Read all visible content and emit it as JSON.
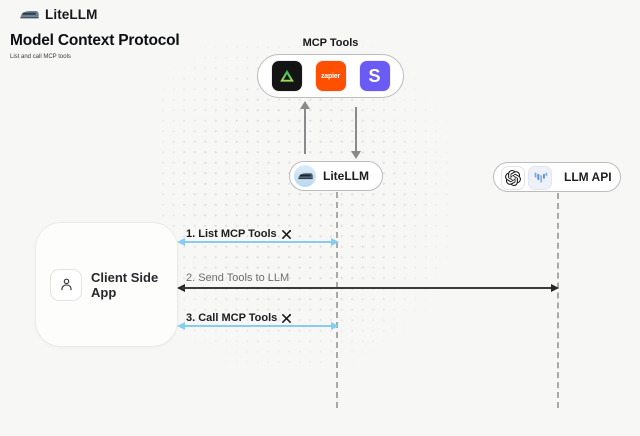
{
  "header": {
    "brand": "LiteLLM",
    "title": "Model Context Protocol",
    "subtitle": "List and call MCP tools"
  },
  "mcp_tools": {
    "label": "MCP Tools",
    "items": [
      {
        "name": "green-triangle-tool"
      },
      {
        "name": "zapier",
        "label": "zapier"
      },
      {
        "name": "s-app",
        "label": "S"
      }
    ]
  },
  "nodes": {
    "litellm": {
      "label": "LiteLLM"
    },
    "llm_api": {
      "label": "LLM API"
    },
    "client": {
      "label": "Client Side App"
    }
  },
  "sequence": {
    "steps": [
      {
        "label": "1. List MCP Tools",
        "arrow_color": "blue",
        "tools_icon": true,
        "from": "Client Side App",
        "to": "LiteLLM"
      },
      {
        "label": "2. Send Tools to LLM",
        "arrow_color": "black",
        "tools_icon": false,
        "from": "Client Side App",
        "to": "LLM API"
      },
      {
        "label": "3. Call MCP Tools",
        "arrow_color": "blue",
        "tools_icon": true,
        "from": "Client Side App",
        "to": "LiteLLM"
      }
    ]
  },
  "colors": {
    "canvas_bg": "#f7f7f6",
    "blue_arrow": "#86cdf1",
    "zapier_orange": "#ff4f00",
    "s_purple": "#6b5bf5",
    "triangle_green_top": "#1fb45c",
    "triangle_green_bottom": "#a6de55",
    "gray_arrow": "#8a8a8a"
  }
}
